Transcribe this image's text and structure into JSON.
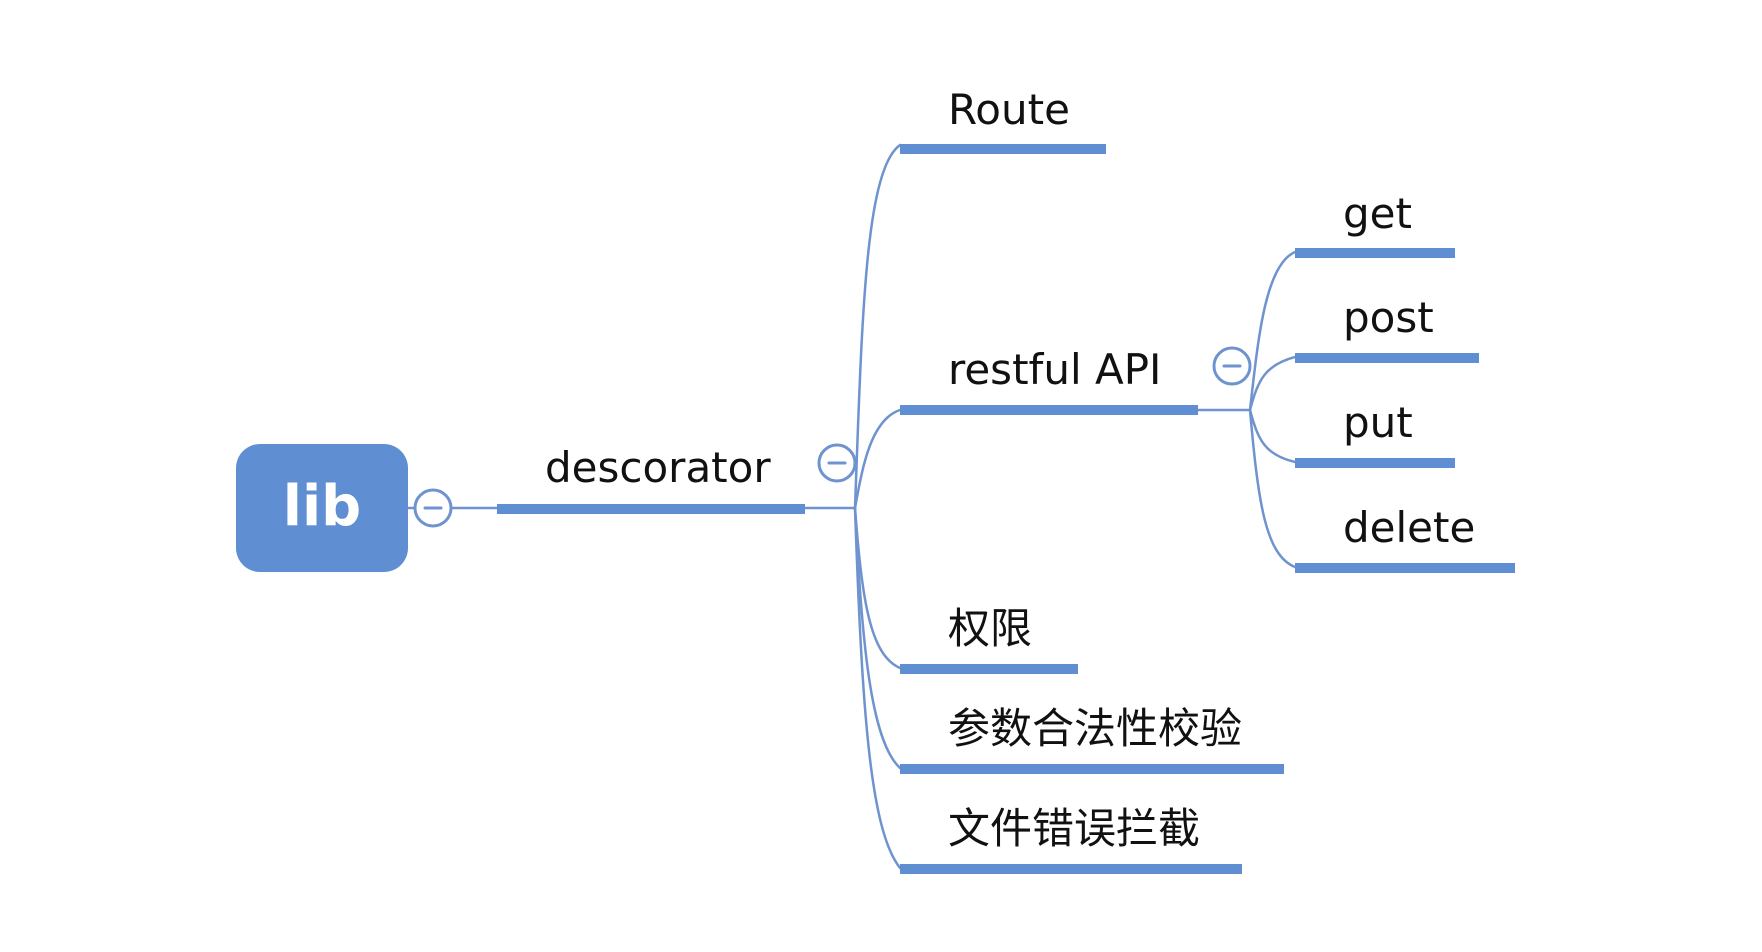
{
  "root": {
    "label": "lib"
  },
  "topic": {
    "label": "descorator"
  },
  "branches": [
    {
      "label": "Route"
    },
    {
      "label": "restful API",
      "children": [
        {
          "label": "get"
        },
        {
          "label": "post"
        },
        {
          "label": "put"
        },
        {
          "label": "delete"
        }
      ]
    },
    {
      "label": "权限"
    },
    {
      "label": "参数合法性校验"
    },
    {
      "label": "文件错误拦截"
    }
  ],
  "icons": {
    "collapse": "collapse-minus-icon"
  },
  "colors": {
    "accent": "#5f8ed3",
    "connector": "#6f93cf",
    "text": "#111111",
    "background": "#ffffff"
  }
}
